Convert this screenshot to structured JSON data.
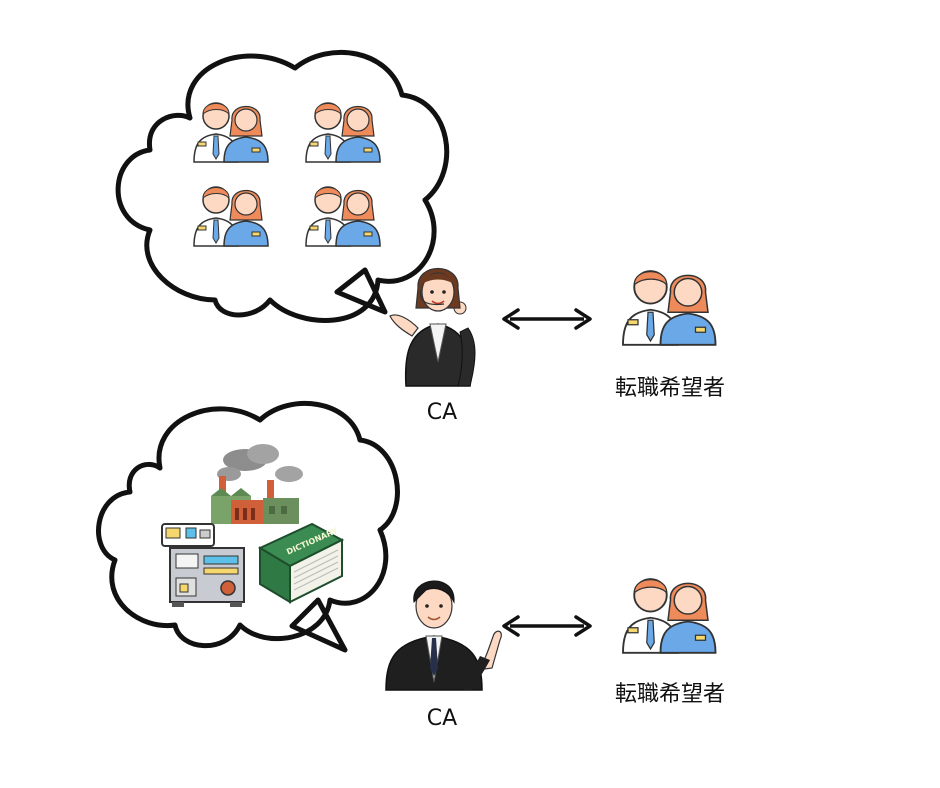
{
  "rows": [
    {
      "ca_label": "CA",
      "seeker_label": "転職希望者"
    },
    {
      "ca_label": "CA",
      "seeker_label": "転職希望者"
    }
  ],
  "book_text": "DICTIONARY",
  "colors": {
    "outline": "#111111",
    "skin": "#fdd9c4",
    "hair_orange": "#ef8a5a",
    "blue": "#6aa8e8",
    "navy": "#26304a",
    "book_green": "#2f7a44",
    "factory_green": "#7aa36a",
    "factory_red": "#d0603a",
    "smoke": "#8d8d8d"
  }
}
